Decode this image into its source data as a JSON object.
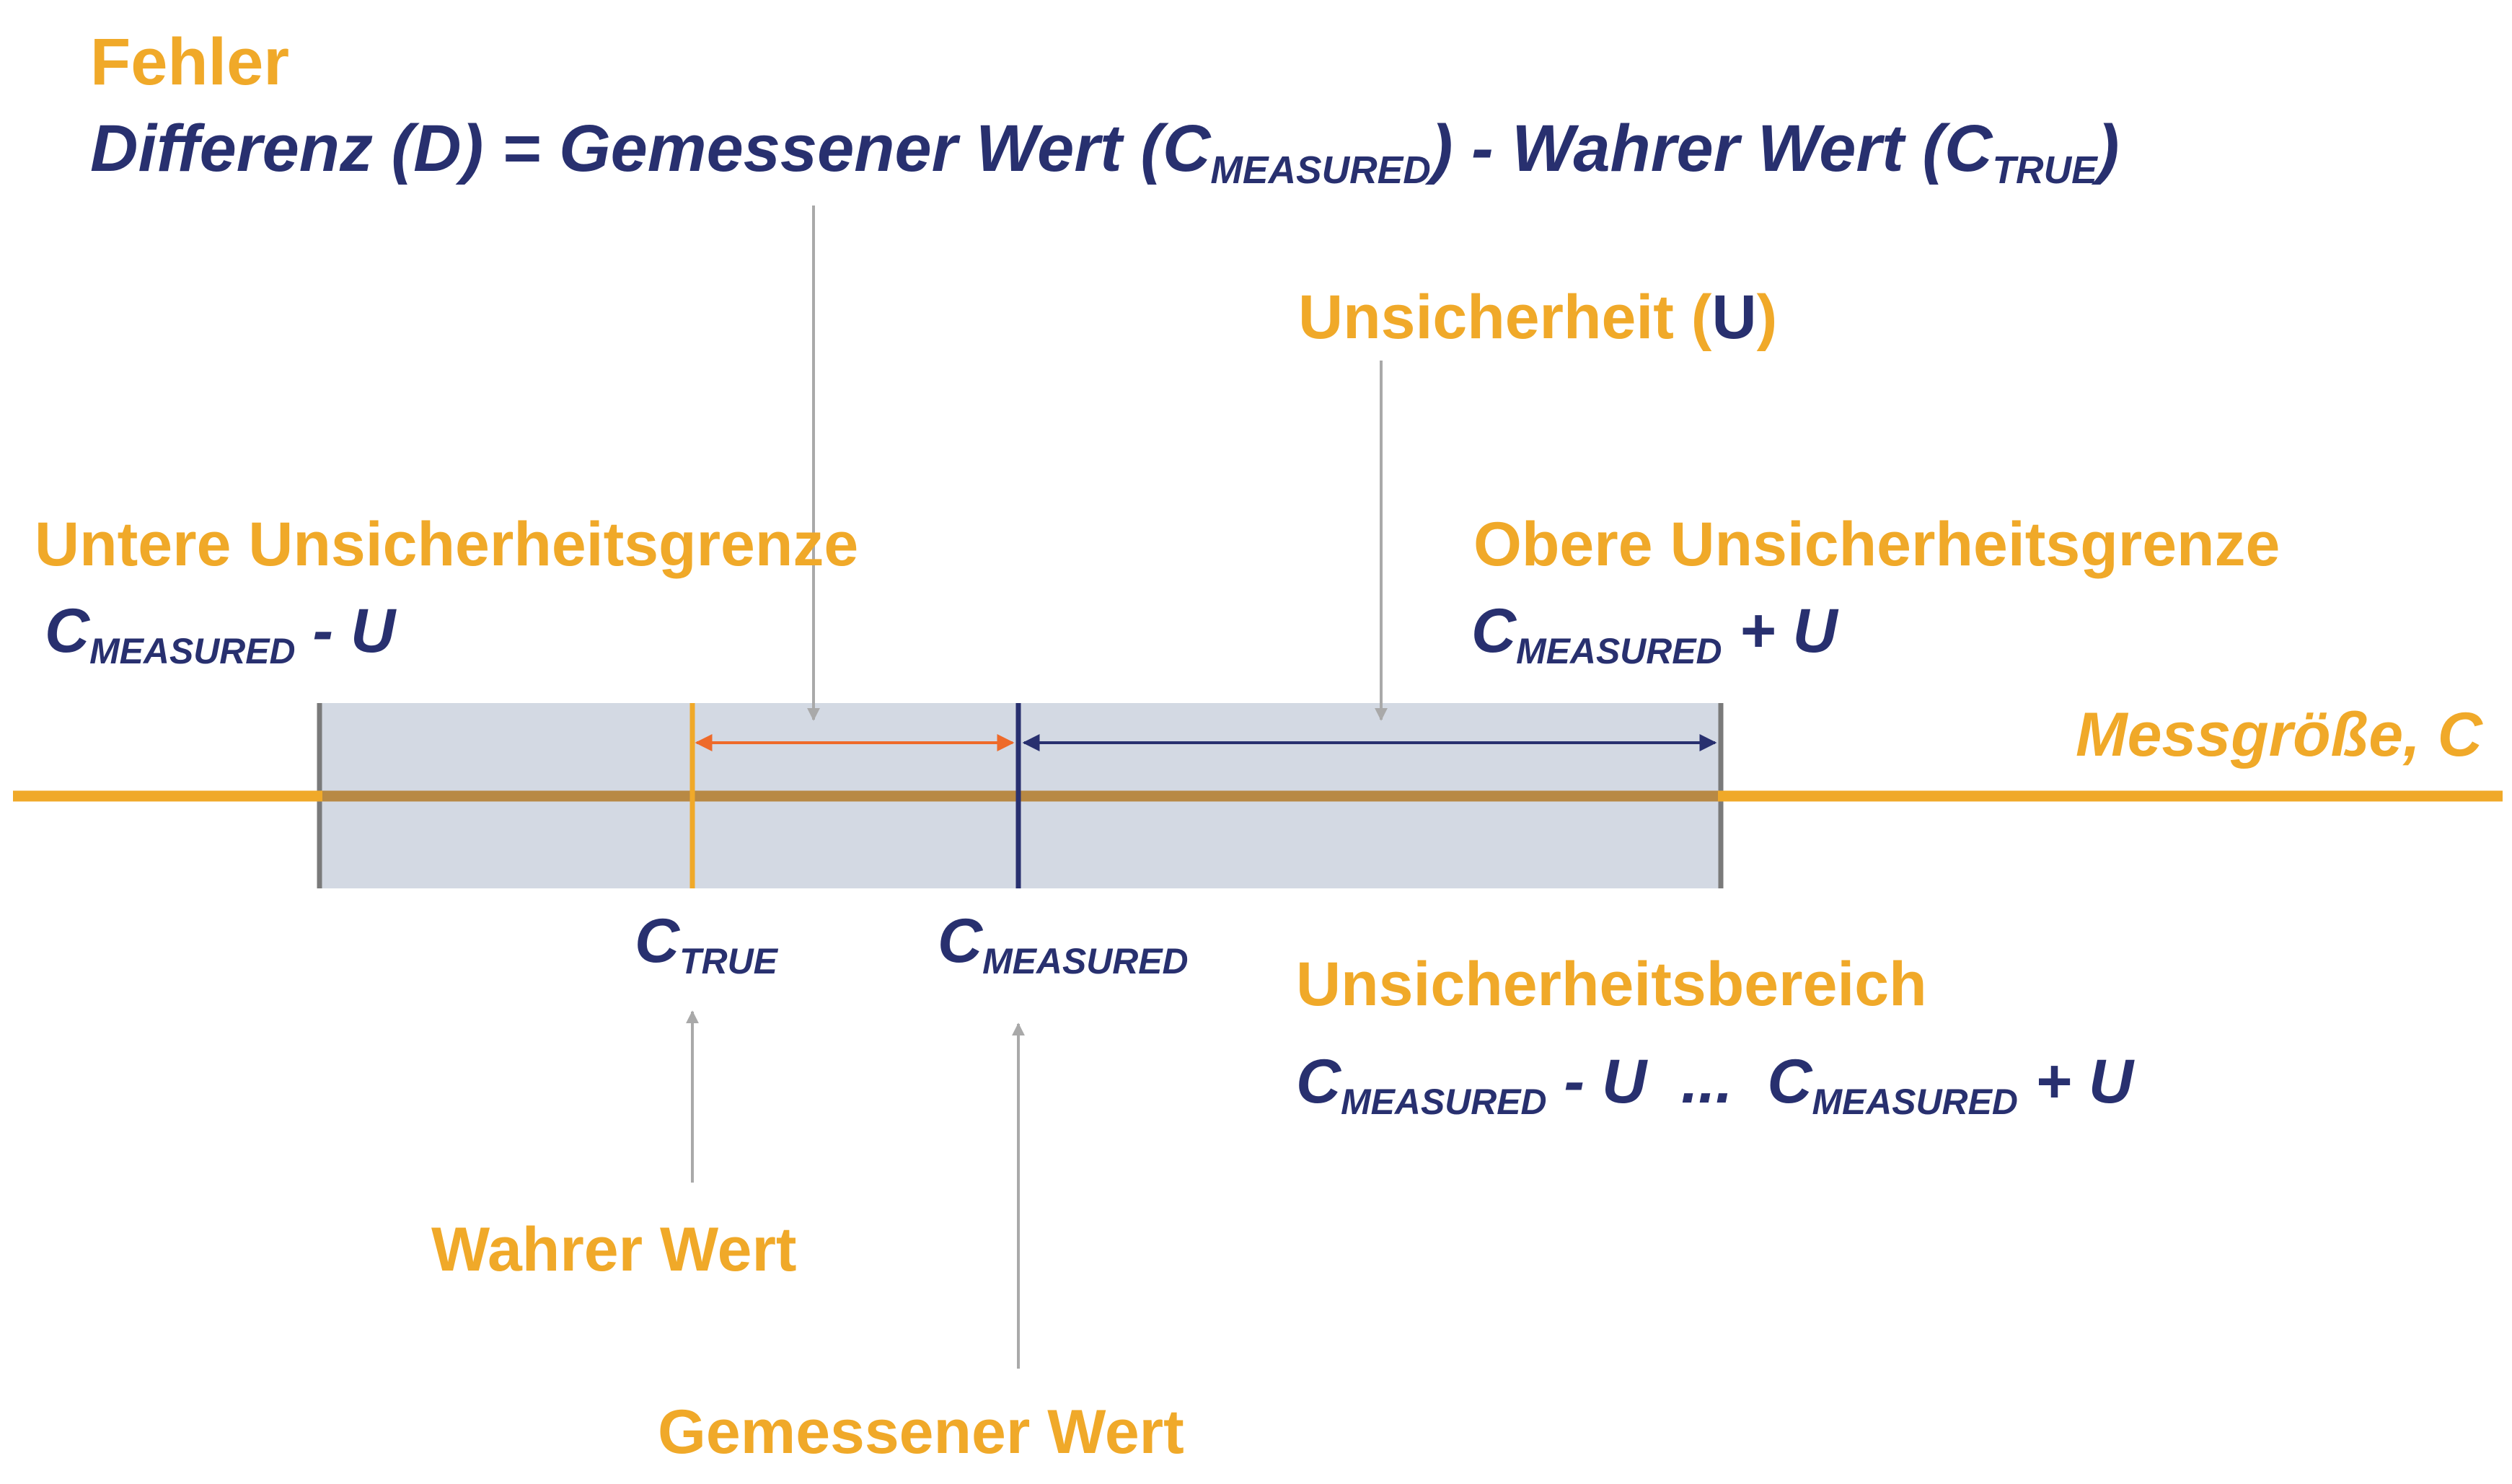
{
  "colors": {
    "accent_orange": "#f0a929",
    "navy": "#28306f",
    "error_arrow": "#ee6a2a",
    "band_fill": "#d3d9e3",
    "band_edge": "#7a7a7a",
    "pointer_grey": "#a9a9a9",
    "axis_overlap": "#b88944"
  },
  "error": {
    "title": "Fehler",
    "formula_prefix": "Differenz (D) = Gemessener Wert (C",
    "formula_sub1": "MEASURED",
    "formula_mid": ") - Wahrer Wert (C",
    "formula_sub2": "TRUE",
    "formula_suffix": ")"
  },
  "uncertainty": {
    "label_text": "Unsicherheit (",
    "label_symbol": "U",
    "label_close": ")"
  },
  "lower_limit": {
    "title": "Untere Unsicherheitsgrenze",
    "c": "C",
    "sub": "MEASURED",
    "rest": " - U"
  },
  "upper_limit": {
    "title": "Obere Unsicherheitsgrenze",
    "c": "C",
    "sub": "MEASURED",
    "rest": " + U"
  },
  "axis": {
    "label": "Messgröße, C"
  },
  "markers": {
    "true_c": "C",
    "true_sub": "TRUE",
    "measured_c": "C",
    "measured_sub": "MEASURED"
  },
  "range": {
    "title": "Unsicherheitsbereich",
    "c1": "C",
    "sub1": "MEASURED",
    "mid": " - U  ...  ",
    "c2": "C",
    "sub2": "MEASURED",
    "end": " + U"
  },
  "true_value": {
    "label": "Wahrer Wert"
  },
  "measured_value": {
    "label": "Gemessener Wert"
  }
}
